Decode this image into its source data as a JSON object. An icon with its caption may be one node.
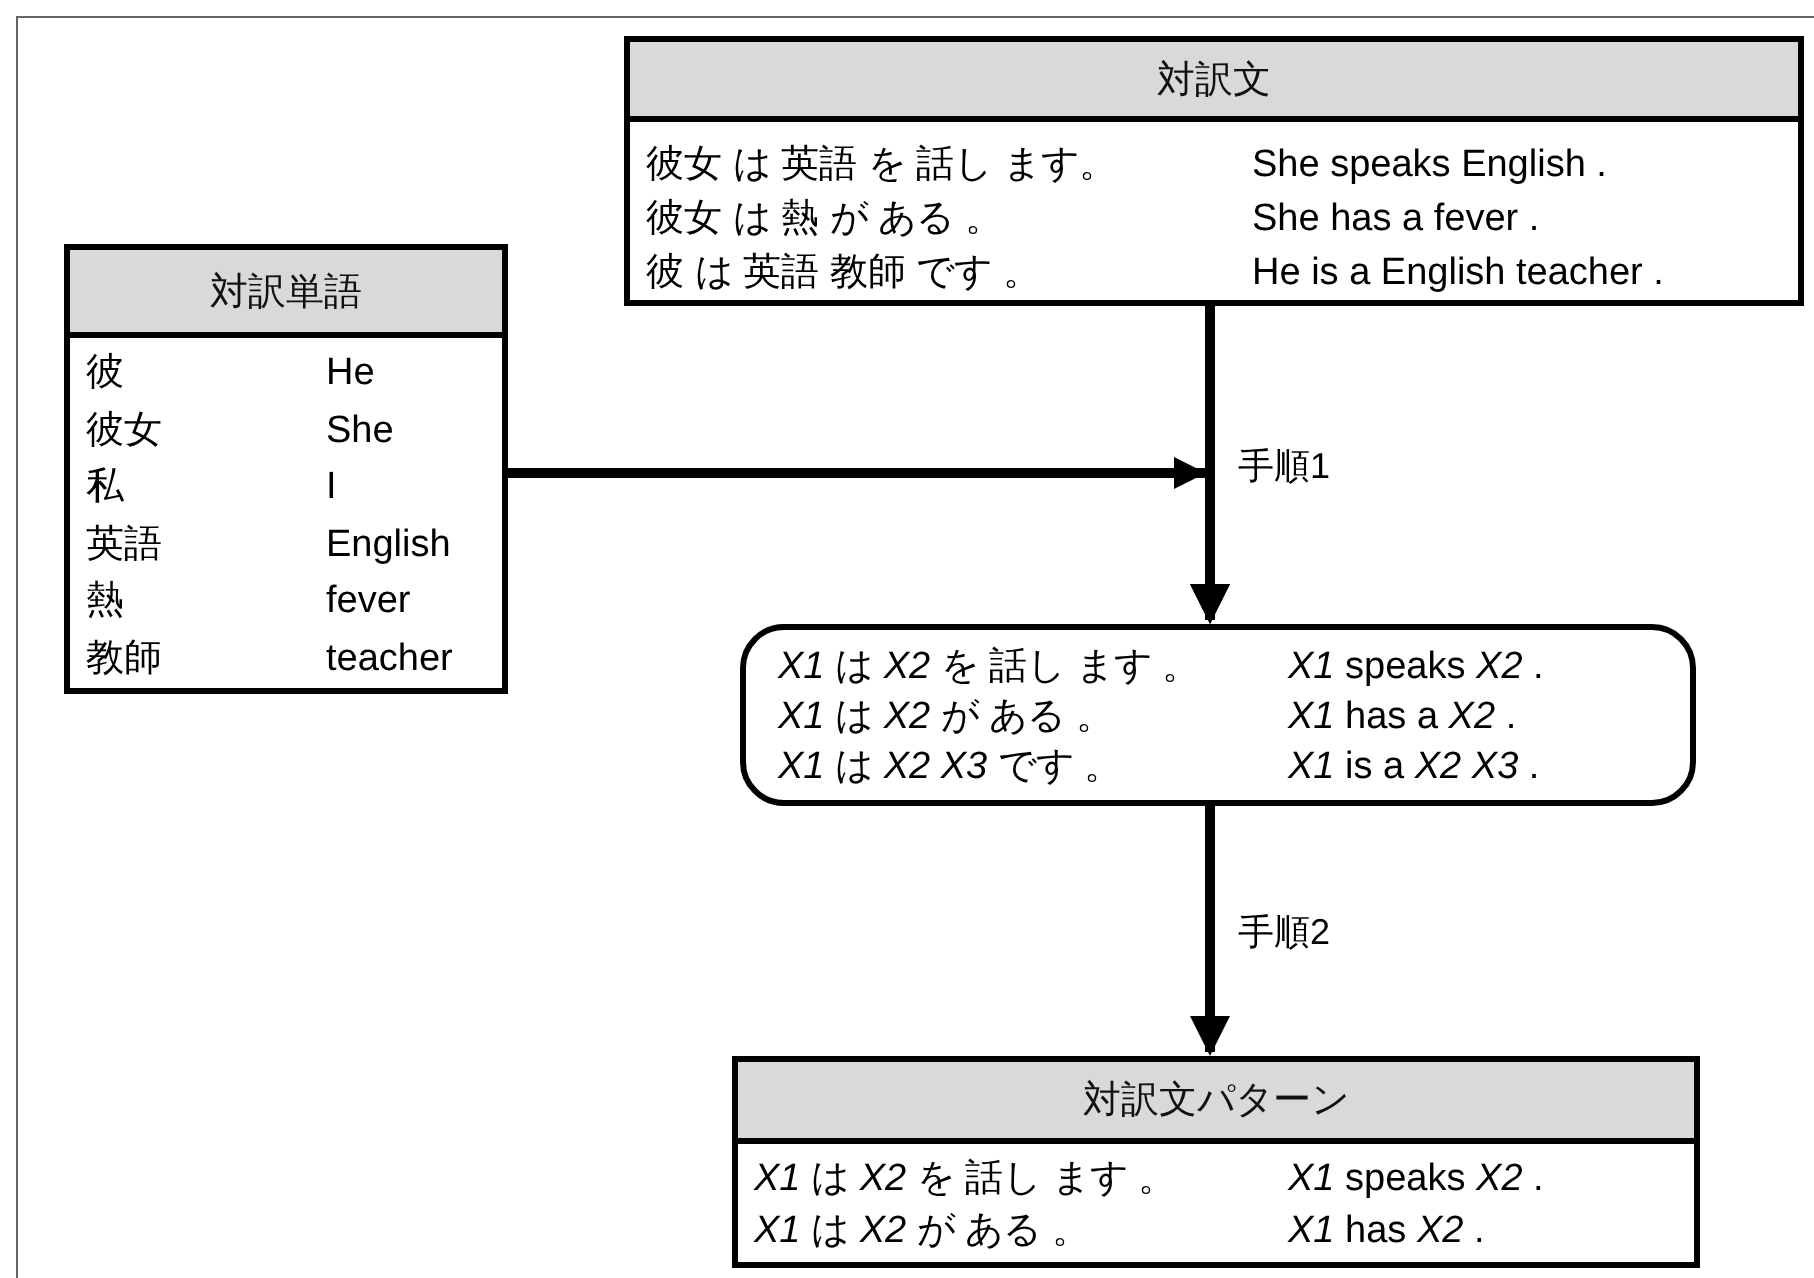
{
  "diagram": {
    "nodes": [
      {
        "text": [
          "対訳文",
          "彼女 は 英語 を 話し ます。",
          "She speaks English .",
          "彼女 は 熱 が ある 。",
          "She has a fever .",
          "彼 は 英語 教師 です 。",
          "He is a English teacher ."
        ]
      },
      {
        "text": [
          "対訳単語",
          "彼",
          "He",
          "彼女",
          "She",
          "私",
          "I",
          "英語",
          "English",
          "熱",
          "fever",
          "教師",
          "teacher"
        ]
      },
      {
        "text": [
          "*X1* は *X2* を 話し ます 。",
          "*X1* speaks *X2* .",
          "*X1* は *X2* が ある 。",
          "*X1* has a *X2* .",
          "*X1* は *X2 X3* です 。",
          "*X1* is a *X2 X3* ."
        ]
      },
      {
        "text": [
          "対訳文パターン",
          "*X1* は *X2* を 話し ます 。",
          "*X1* speaks *X2* .",
          "*X1* は *X2* が ある 。",
          "*X1* has  *X2* ."
        ]
      }
    ],
    "edges": [
      {
        "from": 0,
        "to": 2,
        "arrow": "to",
        "label": "手順1"
      },
      {
        "from": 1,
        "to": 2,
        "arrow": "to"
      },
      {
        "from": 2,
        "to": 3,
        "arrow": "to",
        "label": "手順2"
      }
    ]
  }
}
